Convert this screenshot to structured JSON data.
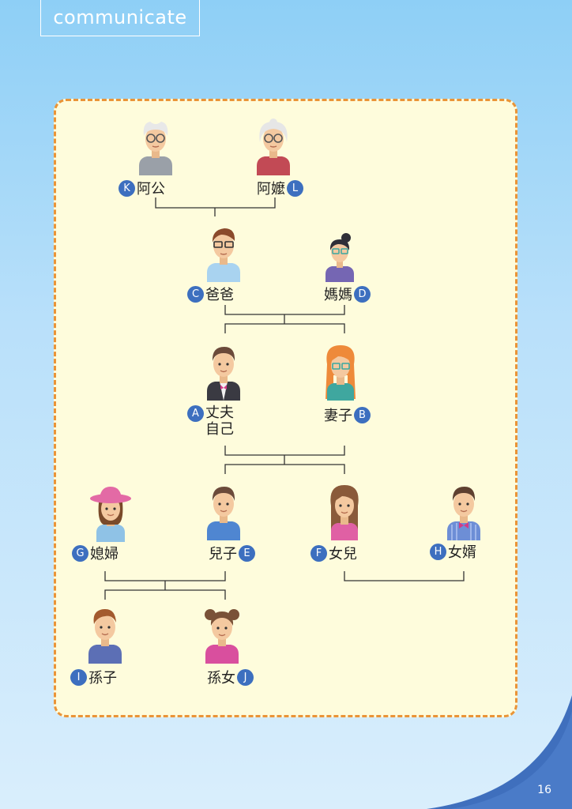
{
  "header": {
    "title": "communicate"
  },
  "page_number": "16",
  "colors": {
    "panel_border": "#ea9437",
    "panel_bg": "#fefcdc",
    "badge": "#3d6fbf",
    "corner": "#3f6fbd"
  },
  "people": {
    "K": {
      "letter": "K",
      "name": "阿公"
    },
    "L": {
      "letter": "L",
      "name": "阿嬤"
    },
    "C": {
      "letter": "C",
      "name": "爸爸"
    },
    "D": {
      "letter": "D",
      "name": "媽媽"
    },
    "A": {
      "letter": "A",
      "name": "丈夫",
      "name2": "自己"
    },
    "B": {
      "letter": "B",
      "name": "妻子"
    },
    "G": {
      "letter": "G",
      "name": "媳婦"
    },
    "E": {
      "letter": "E",
      "name": "兒子"
    },
    "F": {
      "letter": "F",
      "name": "女兒"
    },
    "H": {
      "letter": "H",
      "name": "女婿"
    },
    "I": {
      "letter": "I",
      "name": "孫子"
    },
    "J": {
      "letter": "J",
      "name": "孫女"
    }
  }
}
